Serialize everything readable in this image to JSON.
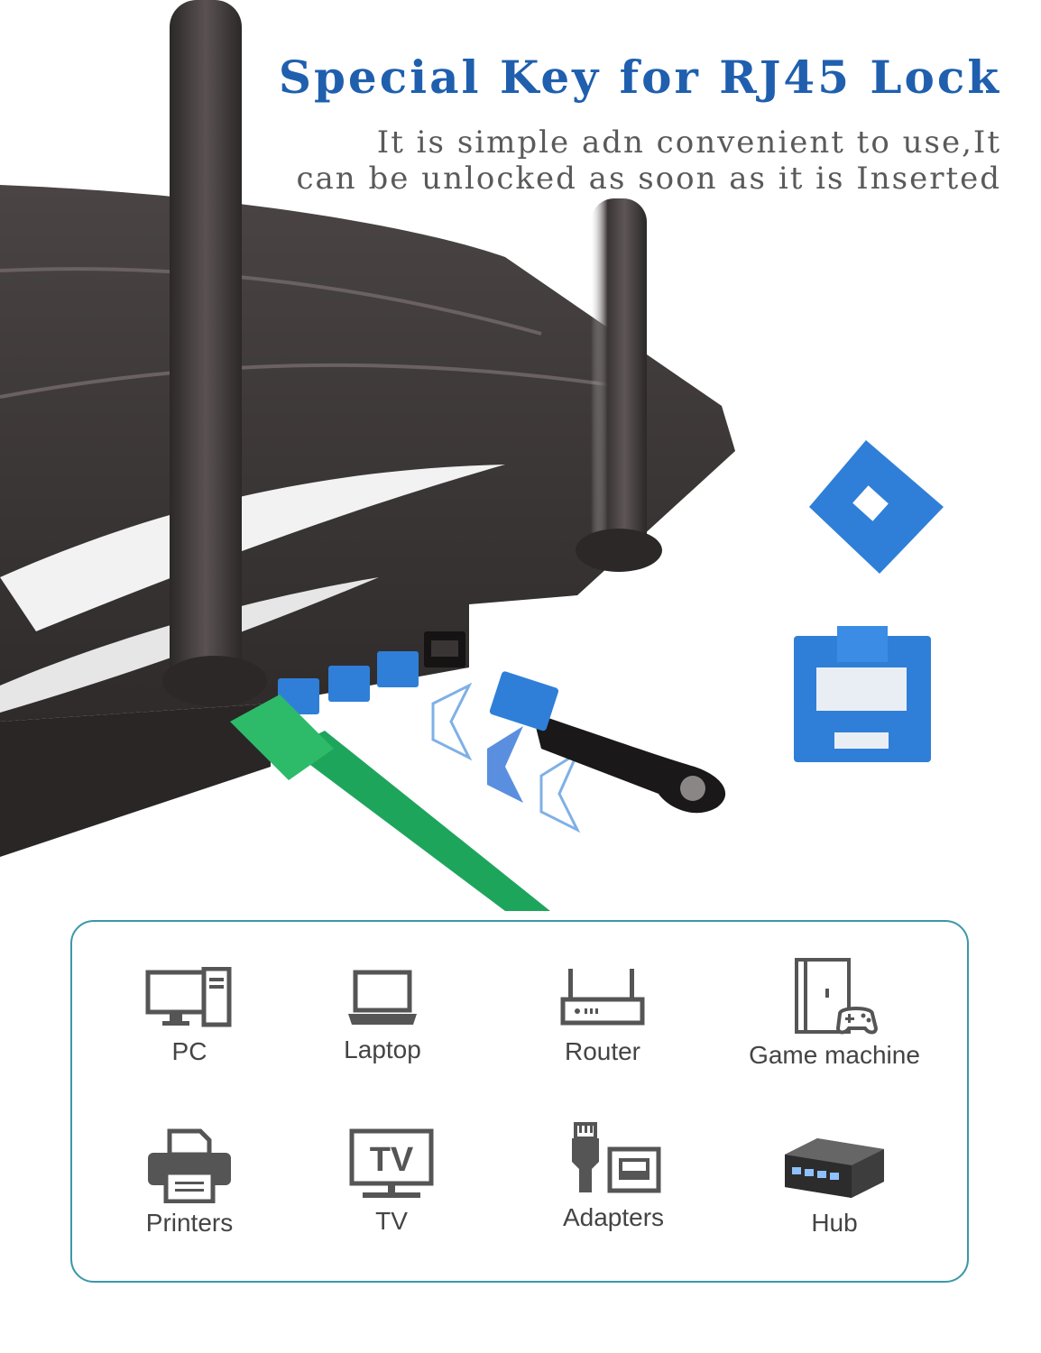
{
  "header": {
    "title": "Special Key for RJ45 Lock",
    "subtitle_line1": "It is simple adn convenient to use,It",
    "subtitle_line2": "can be unlocked as soon as it is Inserted"
  },
  "colors": {
    "title": "#1f5fae",
    "lock_blue": "#2f7fd8",
    "cable_green": "#1ea55c",
    "router_body": "#3f3a3a",
    "card_border": "#3c97a8"
  },
  "devices": [
    {
      "label": "PC",
      "icon": "pc-icon"
    },
    {
      "label": "Laptop",
      "icon": "laptop-icon"
    },
    {
      "label": "Router",
      "icon": "router-icon"
    },
    {
      "label": "Game machine",
      "icon": "game-machine-icon"
    },
    {
      "label": "Printers",
      "icon": "printer-icon"
    },
    {
      "label": "TV",
      "icon": "tv-icon"
    },
    {
      "label": "Adapters",
      "icon": "adapter-icon"
    },
    {
      "label": "Hub",
      "icon": "hub-icon"
    }
  ],
  "tv_icon_text": "TV"
}
